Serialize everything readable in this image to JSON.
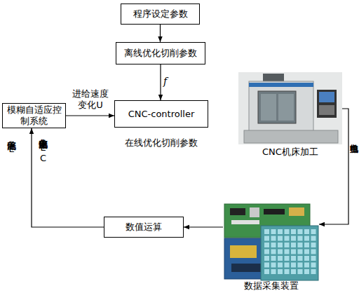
{
  "diagram": {
    "nodes": [
      {
        "text": [
          "程序设定参数"
        ]
      },
      {
        "text": [
          "离线优化切削参数"
        ]
      },
      {
        "text": [
          "CNC-controller",
          "在线优化切削参数"
        ]
      },
      {
        "text": [
          "模糊自适应控制系统"
        ]
      },
      {
        "text": [
          "CNC机床加工"
        ]
      },
      {
        "text": [
          "数据采集装置"
        ]
      },
      {
        "text": [
          "数值运算"
        ]
      }
    ],
    "edges": [
      {
        "from": 0,
        "to": 1,
        "arrow": "to"
      },
      {
        "from": 1,
        "to": 2,
        "label": "f",
        "arrow": "to"
      },
      {
        "from": 3,
        "to": 2,
        "label": "进给速度 变化U",
        "arrow": "to"
      },
      {
        "from": 4,
        "to": 5,
        "label": "主轴电机电流",
        "arrow": "to"
      },
      {
        "from": 5,
        "to": 6,
        "arrow": "to"
      },
      {
        "from": 6,
        "to": 3,
        "label": "电流偏差 E",
        "arrow": "to"
      }
    ],
    "labels": [
      "电流偏差变化率 EC"
    ]
  }
}
